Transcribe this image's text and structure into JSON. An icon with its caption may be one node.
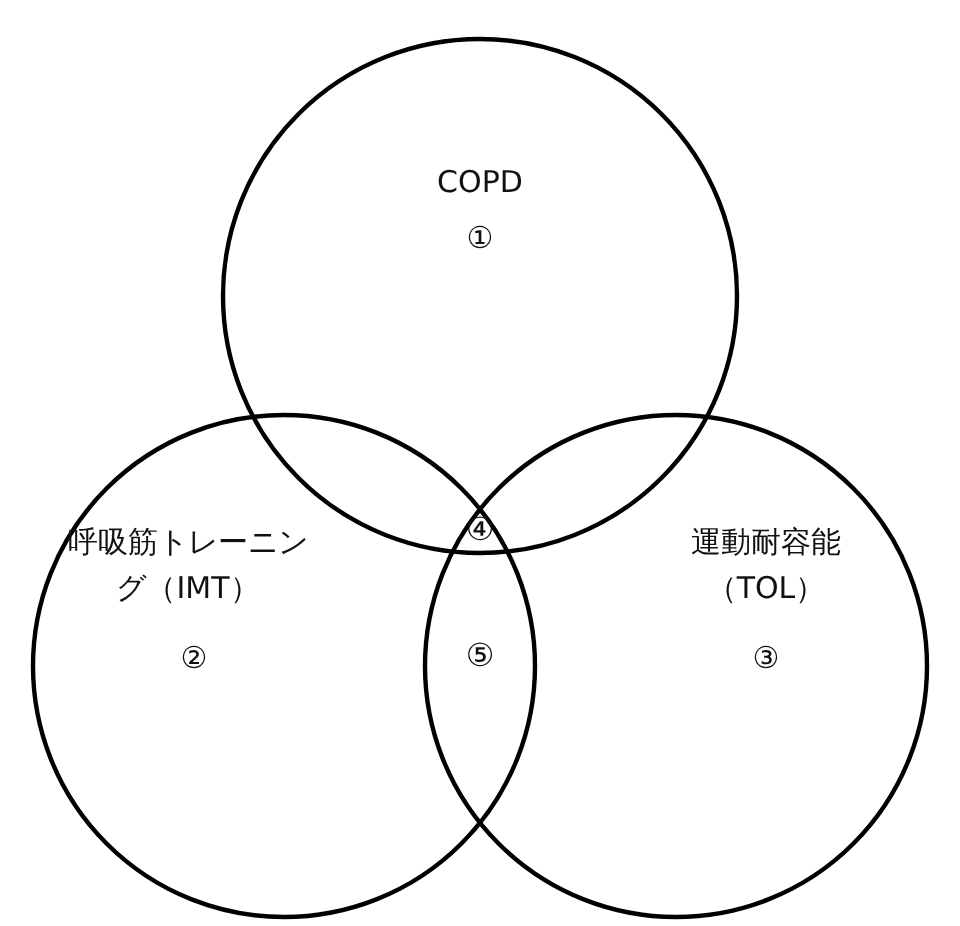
{
  "diagram": {
    "nodes": [
      {
        "text": [
          "COPD",
          "①"
        ]
      },
      {
        "text": [
          "呼吸筋トレーニング（IMT）",
          "②"
        ]
      },
      {
        "text": [
          "運動耐容能（TOL）",
          "③"
        ]
      }
    ],
    "labels": [
      "④",
      "⑤"
    ]
  }
}
